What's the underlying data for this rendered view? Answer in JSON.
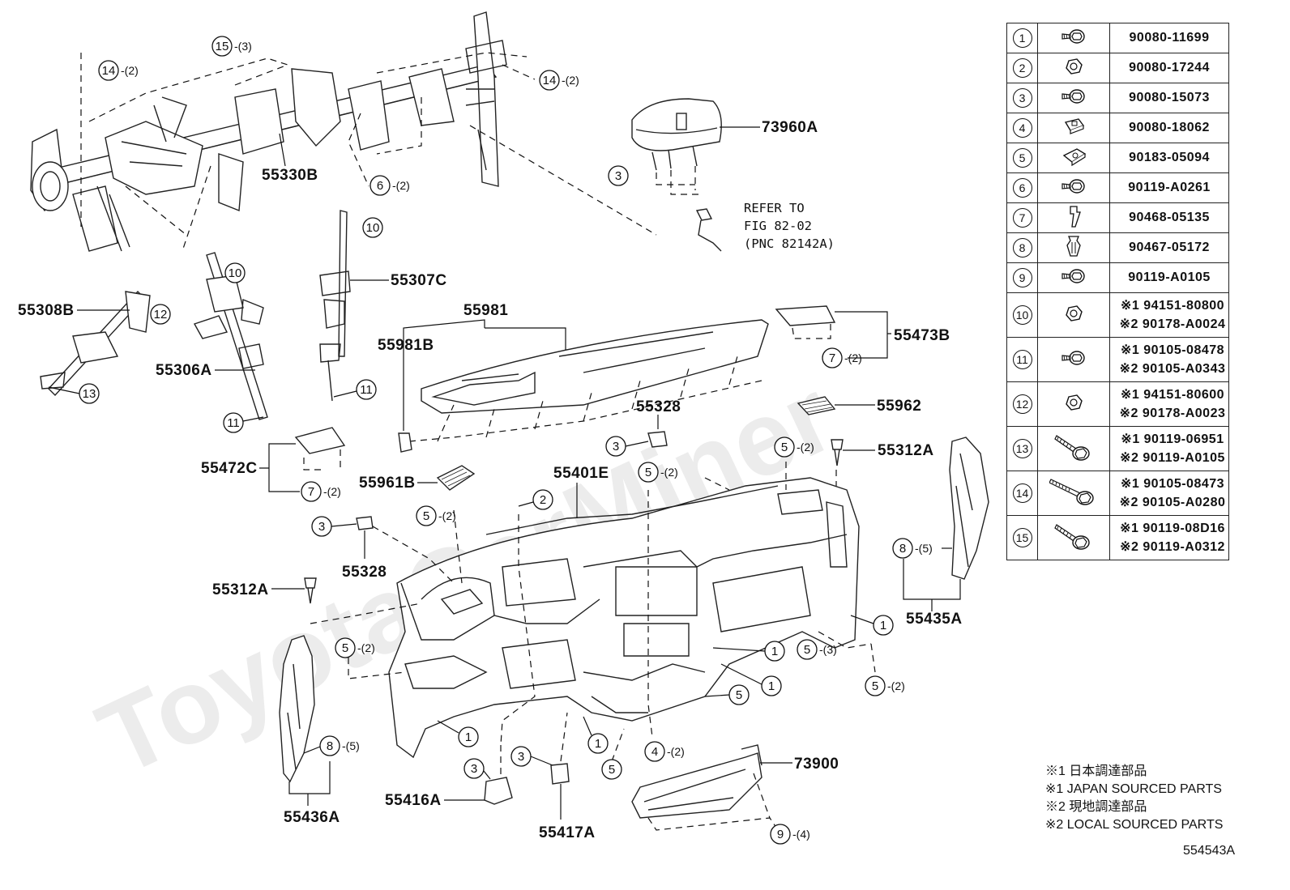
{
  "watermark": "ToyotaCarMiner",
  "parts": {
    "p55330B": "55330B",
    "p73960A": "73960A",
    "p55307C": "55307C",
    "p55308B": "55308B",
    "p55306A": "55306A",
    "p55981": "55981",
    "p55981B": "55981B",
    "p55473B": "55473B",
    "p55328a": "55328",
    "p55962": "55962",
    "p55472C": "55472C",
    "p55312A_r": "55312A",
    "p55961B": "55961B",
    "p55401E": "55401E",
    "p55328b": "55328",
    "p55312A_l": "55312A",
    "p55435A": "55435A",
    "p73900": "73900",
    "p55416A": "55416A",
    "p55417A": "55417A",
    "p55436A": "55436A"
  },
  "refer": {
    "line1": "REFER TO",
    "line2": "FIG 82-02",
    "line3": "(PNC 82142A)"
  },
  "callouts": {
    "c15_top": {
      "num": "15",
      "qty": "-(3)"
    },
    "c14_left": {
      "num": "14",
      "qty": "-(2)"
    },
    "c14_right": {
      "num": "14",
      "qty": "-(2)"
    },
    "c3_airbag": {
      "num": "3"
    },
    "c6": {
      "num": "6",
      "qty": "-(2)"
    },
    "c10_a": {
      "num": "10"
    },
    "c10_b": {
      "num": "10"
    },
    "c12": {
      "num": "12"
    },
    "c13": {
      "num": "13"
    },
    "c11_a": {
      "num": "11"
    },
    "c11_b": {
      "num": "11"
    },
    "c7_a": {
      "num": "7",
      "qty": "-(2)"
    },
    "c7_b": {
      "num": "7",
      "qty": "-(2)"
    },
    "c3_b": {
      "num": "3"
    },
    "c5_a": {
      "num": "5",
      "qty": "-(2)"
    },
    "c5_b": {
      "num": "5",
      "qty": "-(2)"
    },
    "c2": {
      "num": "2"
    },
    "c5_c": {
      "num": "5",
      "qty": "-(2)"
    },
    "c3_c": {
      "num": "3"
    },
    "c8_a": {
      "num": "8",
      "qty": "-(5)"
    },
    "c1_a": {
      "num": "1"
    },
    "c5_d": {
      "num": "5",
      "qty": "-(2)"
    },
    "c1_b": {
      "num": "1"
    },
    "c5_e": {
      "num": "5",
      "qty": "-(3)"
    },
    "c1_c": {
      "num": "1"
    },
    "c5_f": {
      "num": "5",
      "qty": "-(2)"
    },
    "c5_g": {
      "num": "5"
    },
    "c1_d": {
      "num": "1"
    },
    "c1_e": {
      "num": "1"
    },
    "c4": {
      "num": "4",
      "qty": "-(2)"
    },
    "c5_h": {
      "num": "5"
    },
    "c3_d": {
      "num": "3"
    },
    "c3_e": {
      "num": "3"
    },
    "c8_b": {
      "num": "8",
      "qty": "-(5)"
    },
    "c9": {
      "num": "9",
      "qty": "-(4)"
    }
  },
  "fasteners": [
    {
      "num": "1",
      "icon": "bolt-flange-icon",
      "parts": [
        "90080-11699"
      ]
    },
    {
      "num": "2",
      "icon": "nut-icon",
      "parts": [
        "90080-17244"
      ]
    },
    {
      "num": "3",
      "icon": "bolt-flange-icon",
      "parts": [
        "90080-15073"
      ]
    },
    {
      "num": "4",
      "icon": "clip-square-icon",
      "parts": [
        "90080-18062"
      ]
    },
    {
      "num": "5",
      "icon": "clip-nut-icon",
      "parts": [
        "90183-05094"
      ]
    },
    {
      "num": "6",
      "icon": "bolt-flange-icon",
      "parts": [
        "90119-A0261"
      ]
    },
    {
      "num": "7",
      "icon": "clip-pin-icon",
      "parts": [
        "90468-05135"
      ]
    },
    {
      "num": "8",
      "icon": "clip-push-icon",
      "parts": [
        "90467-05172"
      ]
    },
    {
      "num": "9",
      "icon": "bolt-flange-icon",
      "parts": [
        "90119-A0105"
      ]
    },
    {
      "num": "10",
      "icon": "nut-icon",
      "parts": [
        "※1 94151-80800",
        "※2 90178-A0024"
      ]
    },
    {
      "num": "11",
      "icon": "bolt-flange-icon",
      "parts": [
        "※1 90105-08478",
        "※2 90105-A0343"
      ]
    },
    {
      "num": "12",
      "icon": "nut-icon",
      "parts": [
        "※1 94151-80600",
        "※2 90178-A0023"
      ]
    },
    {
      "num": "13",
      "icon": "bolt-long-icon",
      "parts": [
        "※1 90119-06951",
        "※2 90119-A0105"
      ]
    },
    {
      "num": "14",
      "icon": "bolt-xlong-icon",
      "parts": [
        "※1 90105-08473",
        "※2 90105-A0280"
      ]
    },
    {
      "num": "15",
      "icon": "bolt-long-icon",
      "parts": [
        "※1 90119-08D16",
        "※2 90119-A0312"
      ]
    }
  ],
  "notes": [
    "※1 日本調達部品",
    "※1 JAPAN SOURCED PARTS",
    "※2 現地調達部品",
    "※2 LOCAL SOURCED PARTS"
  ],
  "diagram_code": "554543A"
}
